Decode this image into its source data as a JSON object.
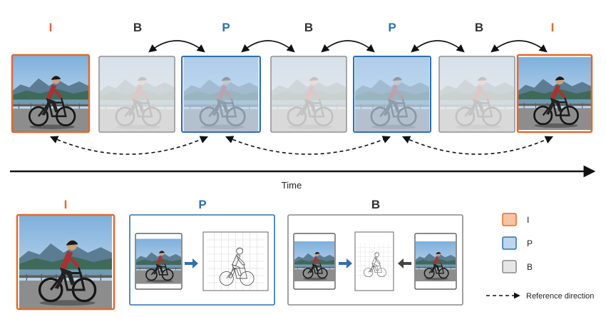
{
  "colors": {
    "i_frame": "#e06a2c",
    "i_fill": "#f6c6a0",
    "p_frame": "#2f6fb0",
    "p_fill": "#bcd6ef",
    "b_frame": "#8a8a8a",
    "b_fill": "#e6e6e6",
    "text_dark": "#333333"
  },
  "frames": [
    {
      "type": "I"
    },
    {
      "type": "B"
    },
    {
      "type": "P"
    },
    {
      "type": "B"
    },
    {
      "type": "P"
    },
    {
      "type": "B"
    },
    {
      "type": "I"
    }
  ],
  "timeline": {
    "label": "Time"
  },
  "panels": {
    "i": {
      "title": "I"
    },
    "p": {
      "title": "P"
    },
    "b": {
      "title": "B"
    }
  },
  "legend": {
    "items": [
      {
        "label": "I",
        "kind": "I"
      },
      {
        "label": "P",
        "kind": "P"
      },
      {
        "label": "B",
        "kind": "B"
      }
    ],
    "reference_label": "Reference direction"
  }
}
